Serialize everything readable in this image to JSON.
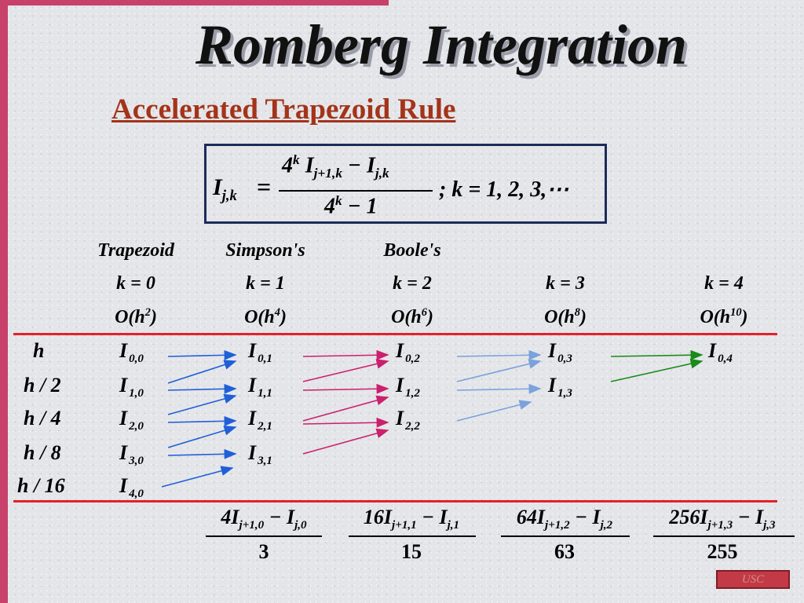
{
  "title": "Romberg Integration",
  "subtitle": "Accelerated Trapezoid Rule",
  "formula": {
    "lhs_I": "I",
    "lhs_sub": "j,k",
    "equals": "=",
    "num_4": "4",
    "num_sup": "k",
    "num_I": "I",
    "num_sub1": "j+1,k",
    "num_minus": "− I",
    "num_sub2": "j,k",
    "den_4": "4",
    "den_sup": "k",
    "den_rest": "− 1",
    "condition": ";  k = 1, 2, 3,⋯"
  },
  "methods": [
    "Trapezoid",
    "Simpson's",
    "Boole's"
  ],
  "k_labels": [
    "k = 0",
    "k = 1",
    "k = 2",
    "k = 3",
    "k = 4"
  ],
  "orders": [
    {
      "prefix": "O(h",
      "exp": "2",
      "suffix": ")"
    },
    {
      "prefix": "O(h",
      "exp": "4",
      "suffix": ")"
    },
    {
      "prefix": "O(h",
      "exp": "6",
      "suffix": ")"
    },
    {
      "prefix": "O(h",
      "exp": "8",
      "suffix": ")"
    },
    {
      "prefix": "O(h",
      "exp": "10",
      "suffix": ")"
    }
  ],
  "step_labels": [
    "h",
    "h / 2",
    "h / 4",
    "h / 8",
    "h / 16"
  ],
  "cell_letter": "I",
  "cells": [
    [
      "0,0",
      "0,1",
      "0,2",
      "0,3",
      "0,4"
    ],
    [
      "1,0",
      "1,1",
      "1,2",
      "1,3"
    ],
    [
      "2,0",
      "2,1",
      "2,2"
    ],
    [
      "3,0",
      "3,1"
    ],
    [
      "4,0"
    ]
  ],
  "coefficients": [
    {
      "lead": "4I",
      "sub1": "j+1,0",
      "mid": " − I",
      "sub2": "j,0",
      "den": "3"
    },
    {
      "lead": "16I",
      "sub1": "j+1,1",
      "mid": " − I",
      "sub2": "j,1",
      "den": "15"
    },
    {
      "lead": "64I",
      "sub1": "j+1,2",
      "mid": " − I",
      "sub2": "j,2",
      "den": "63"
    },
    {
      "lead": "256I",
      "sub1": "j+1,3",
      "mid": " − I",
      "sub2": "j,3",
      "den": "255"
    }
  ],
  "arrow_colors": [
    "#1f5fd8",
    "#cc1f6e",
    "#7aa2dc",
    "#1a8a1a"
  ],
  "button_label": "USC"
}
